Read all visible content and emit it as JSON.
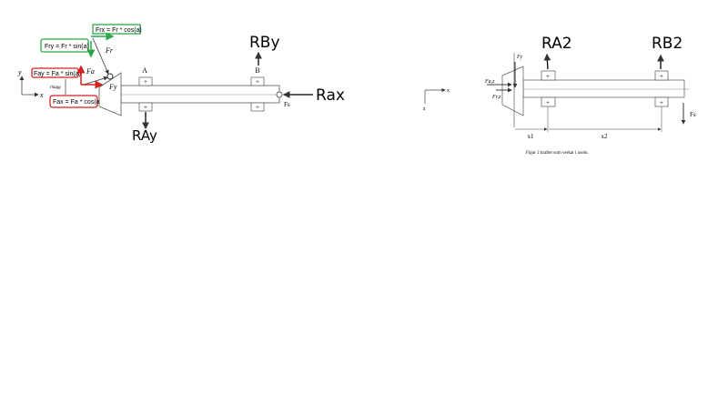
{
  "left_diagram": {
    "frx_formula": "Frx = Fr * cos(a)",
    "fry_formula": "Fry = Fr * sin(a)",
    "fay_formula": "Fay = Fa * sin(a)",
    "fax_formula": "Fax = Fa * cos(a",
    "fr_label": "Fr",
    "fa_label": "Fa",
    "fy_label": "Fy",
    "r_label": "rkugg",
    "axis_y": "y",
    "axis_x": "x",
    "bearing_a": "A",
    "bearing_b": "B",
    "fs_label": "Fs",
    "rby_label": "RBy",
    "ray_label": "RAy",
    "rax_label": "Rax",
    "bearing_mark": "+"
  },
  "right_diagram": {
    "axis_x": "x",
    "axis_z": "z",
    "fy_label": "Fy",
    "faz_label": "Fa,z",
    "frz_label": "Fr,z",
    "ra2_label": "RA2",
    "rb2_label": "RB2",
    "fs_label": "Fs",
    "x1_label": "x1",
    "x2_label": "x2",
    "caption": "Figur 2 krafter som verkar i axeln.",
    "bearing_mark": "+"
  },
  "colors": {
    "green": "#2aa84a",
    "red": "#d42020",
    "line": "#444444"
  }
}
